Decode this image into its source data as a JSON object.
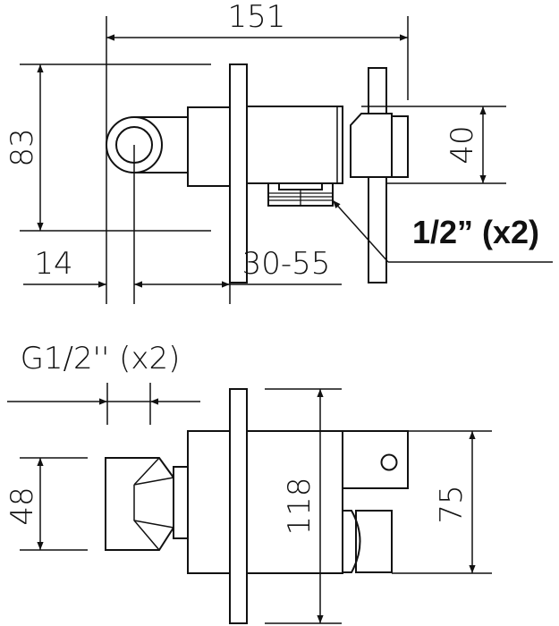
{
  "top_view": {
    "dim_width": "151",
    "dim_height": "83",
    "dim_body": "40",
    "dim_left": "14",
    "dim_range": "30-55",
    "callout": "1/2” (x2)"
  },
  "side_view": {
    "thread_label": "G1/2'' (x2)",
    "dim_left": "48",
    "dim_center": "118",
    "dim_right": "75"
  },
  "colors": {
    "line": "#111111",
    "background": "#ffffff"
  }
}
